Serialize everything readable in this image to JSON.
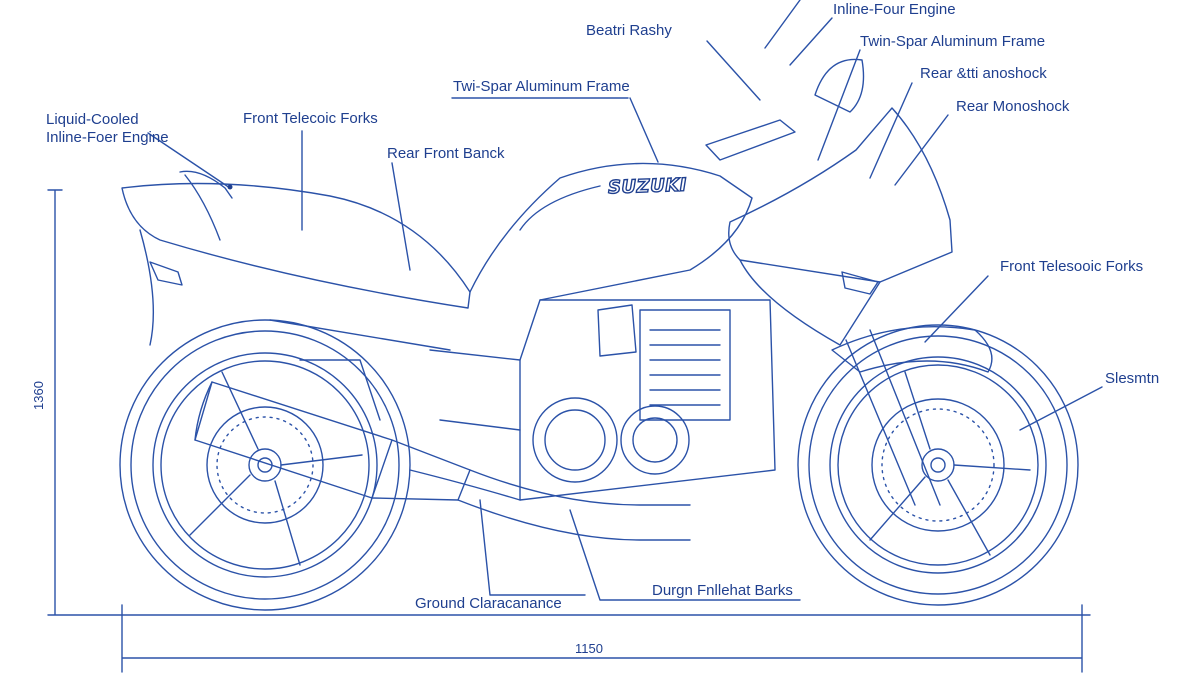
{
  "diagram": {
    "brand": "SUZUKI",
    "dimensions": {
      "height": "1360",
      "length": "1150"
    },
    "callouts": [
      {
        "id": "liquid-cooled",
        "lines": [
          "Liquid-Cooled",
          "Inline-Foer Engine"
        ]
      },
      {
        "id": "front-telescopic-forks-top",
        "text": "Front Telecoic Forks"
      },
      {
        "id": "rear-front-brake",
        "text": "Rear Front Banck"
      },
      {
        "id": "twin-spar-frame-left",
        "text": "Twi-Spar Aluminum Frame"
      },
      {
        "id": "beatti-rashy",
        "text": "Beatri Rashy"
      },
      {
        "id": "inline-four-engine",
        "text": "Inline-Four Engine"
      },
      {
        "id": "twin-spar-frame-right",
        "text": "Twin-Spar Aluminum Frame"
      },
      {
        "id": "rear-monoshock-a",
        "text": "Rear &tti anoshock"
      },
      {
        "id": "rear-monoshock-b",
        "text": "Rear Monoshock"
      },
      {
        "id": "front-telescopic-forks-right",
        "text": "Front Telesooic Forks"
      },
      {
        "id": "slesmtn",
        "text": "Slesmtn"
      },
      {
        "id": "ground-clearance",
        "text": "Ground Claracanance"
      },
      {
        "id": "dingn-brakes",
        "text": "Durgn Fnllehat Barks"
      }
    ]
  }
}
